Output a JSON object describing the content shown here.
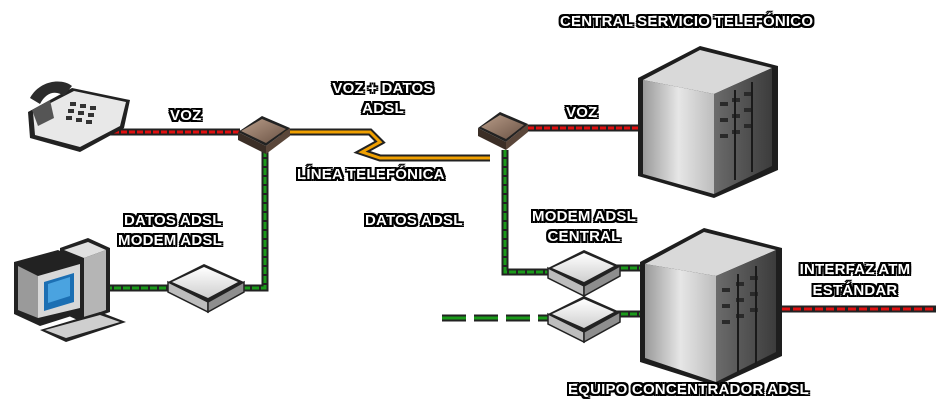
{
  "labels": {
    "central_servicio": "CENTRAL SERVICIO TELEFÓNICO",
    "voz_left": "VOZ",
    "voz_datos_line1": "VOZ + DATOS",
    "voz_datos_line2": "ADSL",
    "voz_right": "VOZ",
    "linea_telefonica": "LÍNEA TELEFÓNICA",
    "datos_adsl_left": "DATOS  ADSL",
    "modem_adsl_left": "MODEM  ADSL",
    "datos_adsl_right": "DATOS  ADSL",
    "modem_adsl_central_line1": "MODEM  ADSL",
    "modem_adsl_central_line2": "CENTRAL",
    "interfaz_atm_line1": "INTERFAZ ATM",
    "interfaz_atm_line2": "ESTÁNDAR",
    "equipo_concentrador": "EQUIPO CONCENTRADOR ADSL"
  },
  "colors": {
    "voice_line": "#e01010",
    "combined_line": "#f0a000",
    "data_line": "#1a9a1a",
    "cable_shadow": "#2a2a2a",
    "device_light": "#f2f2f2",
    "device_shadow": "#222222"
  }
}
